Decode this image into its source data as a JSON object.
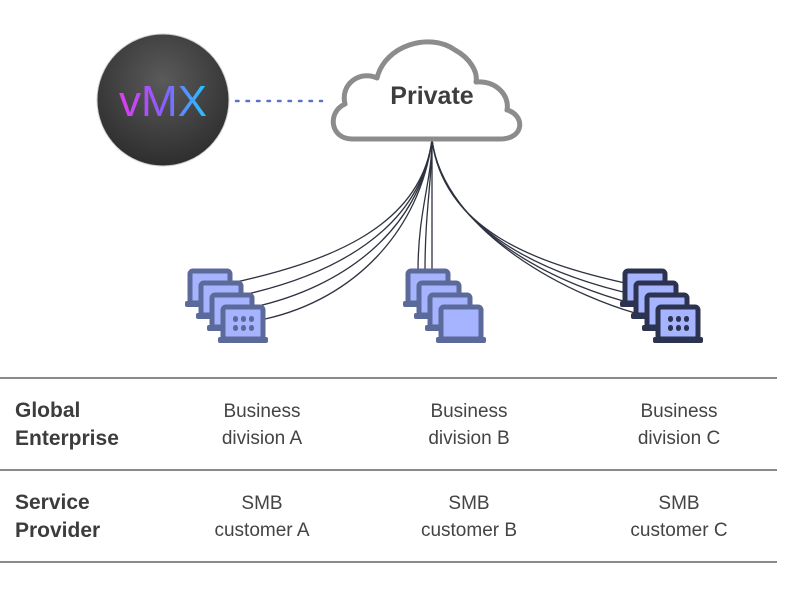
{
  "diagram": {
    "vmx_label": "vMX",
    "cloud_label": "Private",
    "colors": {
      "vmx_bg": "#3f3f3f",
      "vmx_text_start": "#e23cf0",
      "vmx_text_end": "#1ec8ff",
      "dotted_link": "#5b72c9",
      "cloud_stroke": "#8c8c8c",
      "cloud_text": "#3d3d3d",
      "fan_lines": "#2f3340",
      "screen_fill": "#a6b4ff",
      "frame_light": "#5b6a9a",
      "frame_dark": "#2b3350"
    },
    "site_groups": [
      {
        "id": "A",
        "device_count": 4
      },
      {
        "id": "B",
        "device_count": 4
      },
      {
        "id": "C",
        "device_count": 4
      }
    ]
  },
  "table": {
    "rows": [
      {
        "header": [
          "Global",
          "Enterprise"
        ],
        "cells": [
          [
            "Business",
            "division A"
          ],
          [
            "Business",
            "division B"
          ],
          [
            "Business",
            "division C"
          ]
        ]
      },
      {
        "header": [
          "Service",
          "Provider"
        ],
        "cells": [
          [
            "SMB",
            "customer A"
          ],
          [
            "SMB",
            "customer B"
          ],
          [
            "SMB",
            "customer C"
          ]
        ]
      }
    ]
  }
}
